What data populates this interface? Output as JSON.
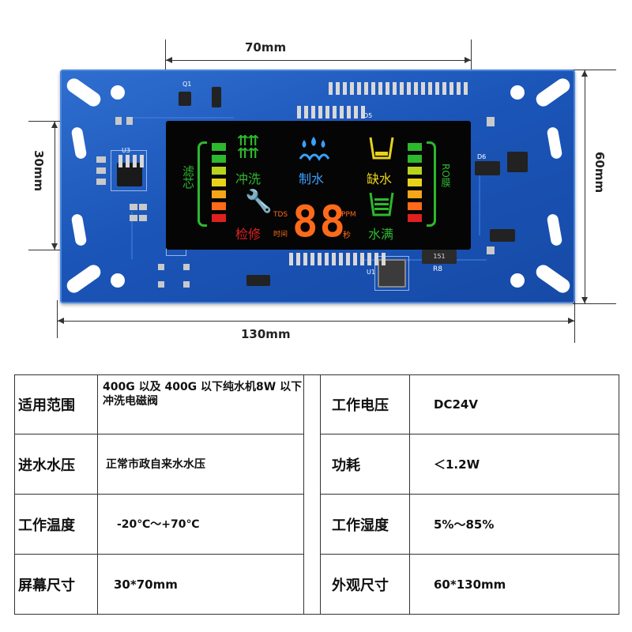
{
  "dimensions": {
    "screen_width": "70mm",
    "screen_height": "30mm",
    "board_height": "60mm",
    "board_width": "130mm"
  },
  "pcb_labels": {
    "q1": "Q1",
    "u3": "U3",
    "u1": "U1",
    "d5": "D5",
    "d6": "D6",
    "r8": "R8",
    "r8_value": "151"
  },
  "lcd": {
    "filter_label": "滤芯",
    "flush_label": "冲洗",
    "make_water_label": "制水",
    "lack_water_label": "缺水",
    "ro_label": "RO膜",
    "repair_label": "检修",
    "tds_label": "TDS",
    "ppm_label": "PPM",
    "time_label": "时间",
    "sec_label": "秒",
    "digits": "88",
    "full_water_label": "水满"
  },
  "specs": {
    "left": [
      {
        "label": "适用范围",
        "value": "400G 以及 400G 以下纯水机8W 以下冲洗电磁阀"
      },
      {
        "label": "进水水压",
        "value": "正常市政自来水水压"
      },
      {
        "label": "工作温度",
        "value": "-20℃～+70℃"
      },
      {
        "label": "屏幕尺寸",
        "value": "30*70mm"
      }
    ],
    "right": [
      {
        "label": "工作电压",
        "value": "DC24V"
      },
      {
        "label": "功耗",
        "value": "＜1.2W"
      },
      {
        "label": "工作湿度",
        "value": "5%～85%"
      },
      {
        "label": "外观尺寸",
        "value": "60*130mm"
      }
    ]
  },
  "colors": {
    "pcb_blue": "#1b55b8",
    "lcd_green": "#2db82d",
    "lcd_yellow": "#e8d21a",
    "lcd_orange": "#ff6a1a",
    "lcd_red": "#e02020",
    "lcd_blue": "#3aa0ff"
  }
}
